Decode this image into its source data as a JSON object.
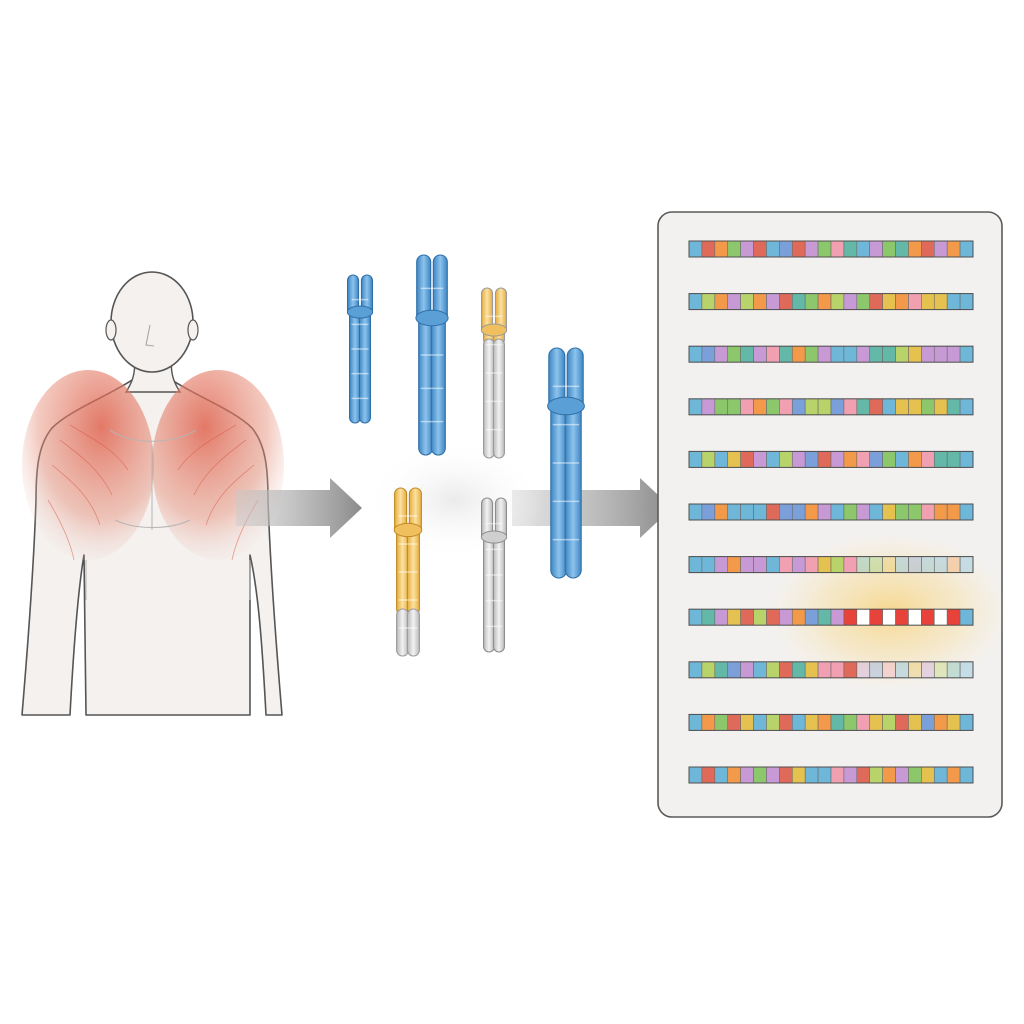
{
  "colors": {
    "background": "#ffffff",
    "skin": "#f4f1ef",
    "outline": "#555555",
    "muscle": "#e0634f",
    "arrow": "#8a8a8a",
    "panel_fill": "#f3f1ef",
    "panel_stroke": "#5a5a5a",
    "highlight_glow": "#f7c95a",
    "chromosome_blue": "#5a9fd6",
    "chromosome_yellow": "#f0c05e",
    "chromosome_gray": "#cfcfcf"
  },
  "figure": {
    "regions": [
      "shoulders",
      "upper-arms"
    ]
  },
  "chromosomes": [
    {
      "name": "small-blue",
      "color": "#5a9fd6"
    },
    {
      "name": "tall-blue",
      "color": "#5a9fd6"
    },
    {
      "name": "yellow-gray-top",
      "color": "#f0c05e"
    },
    {
      "name": "large-blue",
      "color": "#5a9fd6"
    },
    {
      "name": "yellow-bottom",
      "color": "#f0c05e"
    },
    {
      "name": "gray-bottom",
      "color": "#cfcfcf"
    }
  ],
  "sequence_panel": {
    "strand_count": 11,
    "highlighted_strand": 8,
    "palette": [
      "#6fb7d9",
      "#f29a4a",
      "#8cc86b",
      "#e5c14f",
      "#c79ad6",
      "#e06a5a",
      "#63b8a8",
      "#f0a0b0",
      "#7b9fd8",
      "#b8d36a"
    ],
    "highlight_palette": [
      "#e8433a",
      "#ffffff"
    ]
  }
}
